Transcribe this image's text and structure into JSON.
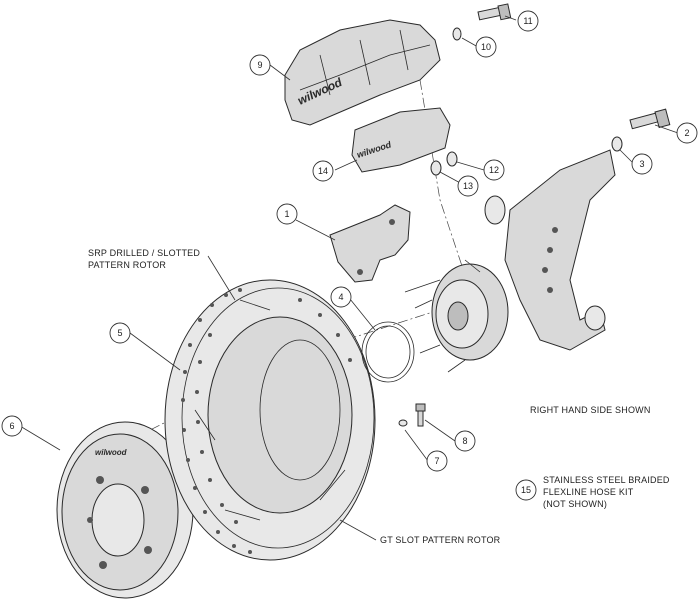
{
  "callouts": [
    {
      "id": "1",
      "label": "1"
    },
    {
      "id": "2",
      "label": "2"
    },
    {
      "id": "3",
      "label": "3"
    },
    {
      "id": "4",
      "label": "4"
    },
    {
      "id": "5",
      "label": "5"
    },
    {
      "id": "6",
      "label": "6"
    },
    {
      "id": "7",
      "label": "7"
    },
    {
      "id": "8",
      "label": "8"
    },
    {
      "id": "9",
      "label": "9"
    },
    {
      "id": "10",
      "label": "10"
    },
    {
      "id": "11",
      "label": "11"
    },
    {
      "id": "12",
      "label": "12"
    },
    {
      "id": "13",
      "label": "13"
    },
    {
      "id": "14",
      "label": "14"
    },
    {
      "id": "15",
      "label": "15"
    }
  ],
  "annotations": {
    "srp_rotor_line1": "SRP DRILLED / SLOTTED",
    "srp_rotor_line2": "PATTERN ROTOR",
    "gt_rotor": "GT SLOT PATTERN ROTOR",
    "side_note": "RIGHT HAND SIDE SHOWN",
    "hose_kit_line1": "STAINLESS STEEL BRAIDED",
    "hose_kit_line2": "FLEXLINE HOSE KIT",
    "hose_kit_line3": "(NOT SHOWN)"
  },
  "branding": {
    "caliper_logo": "wilwood",
    "pad_logo": "wilwood",
    "hat_logo": "wilwood"
  }
}
